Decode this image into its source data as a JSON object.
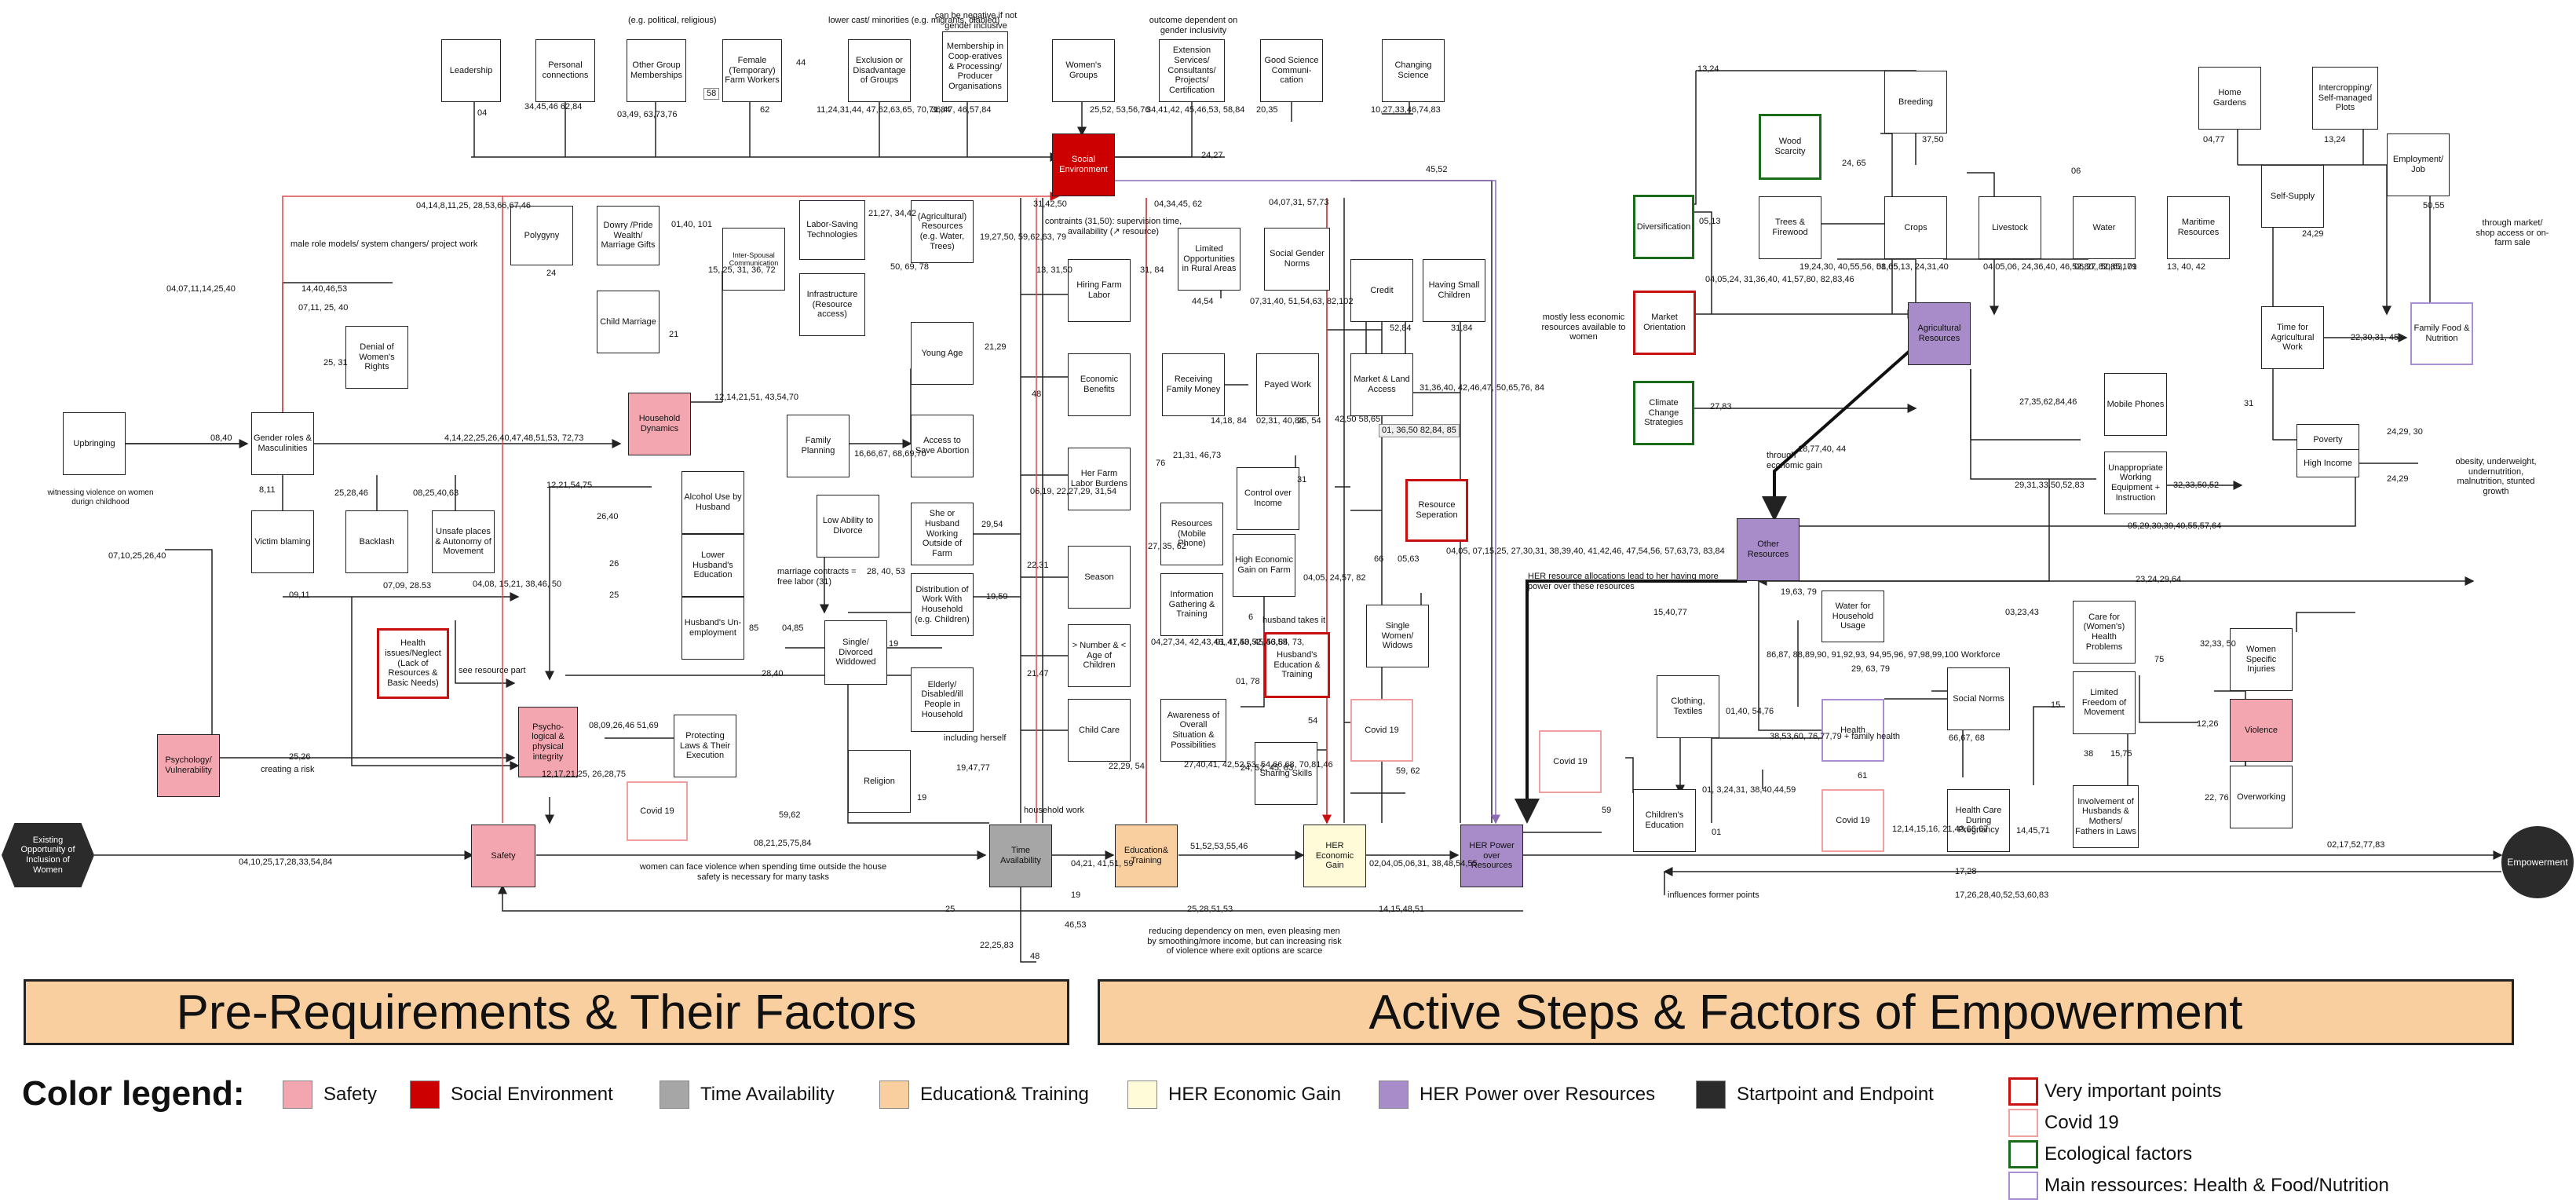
{
  "colors": {
    "safety": "#f4a6b0",
    "social_environment": "#cc0000",
    "time_availability": "#a6a6a6",
    "education_training": "#f9cfa0",
    "economic_gain": "#fffbd8",
    "power_over_resources": "#a88bc9",
    "start_end": "#2b2b2b",
    "very_important_border": "#c81010",
    "covid_border": "#f0a0a0",
    "ecological_border": "#1a6b1a",
    "main_resources_border": "#a98ed4"
  },
  "start_node": "Existing Opportunity of Inclusion of Women",
  "end_node": "Empowerment",
  "core_nodes": {
    "safety": "Safety",
    "social_environment": "Social Environment",
    "time_availability": "Time Availability",
    "education_training": "Education& Training",
    "her_economic_gain": "HER Economic Gain",
    "her_power": "HER Power over Resources"
  },
  "nodes": {
    "leadership": "Leadership",
    "personal_connections": "Personal connections",
    "other_group_memberships": "Other Group Memberships",
    "female_farm_workers": "Female (Temporary) Farm Workers",
    "exclusion": "Exclusion or Disadvantage of Groups",
    "membership_coops": "Membership in Coop-eratives & Processing/ Producer Organisations",
    "womens_groups": "Women's Groups",
    "extension_services": "Extension Services/ Consultants/ Projects/ Certification",
    "good_science_comm": "Good Science Communi-cation",
    "changing_science": "Changing Science",
    "polygyny": "Polygyny",
    "dowry": "Dowry /Pride Wealth/ Marriage Gifts",
    "child_marriage": "Child Marriage",
    "inter_spousal": "Inter-Spousal Communication",
    "denial_rights": "Denial of Women's Rights",
    "upbringing": "Upbringing",
    "gender_roles": "Gender roles & Masculinities",
    "victim_blaming": "Victim blaming",
    "backlash": "Backlash",
    "unsafe_places": "Unsafe places & Autonomy of Movement",
    "household_dynamics": "Household Dynamics",
    "alcohol_use": "Alcohol Use by Husband",
    "lower_husband_edu": "Lower Husband's Education",
    "husband_unemployment": "Husband's Un-employment",
    "health_issues": "Health issues/Neglect (Lack of Resources & Basic Needs)",
    "psychological_integrity": "Psycho-logical & physical integrity",
    "protecting_laws": "Protecting Laws & Their Execution",
    "psychology_vulnerability": "Psychology/ Vulnerability",
    "covid_left": "Covid 19",
    "labor_saving_tech": "Labor-Saving Technologies",
    "infrastructure": "Infrastructure (Resource access)",
    "ag_resources_small": "(Agricultural) Resources (e.g. Water, Trees)",
    "family_planning": "Family Planning",
    "access_abortion": "Access to Save Abortion",
    "young_age": "Young Age",
    "low_ability_divorce": "Low Ability to Divorce",
    "single_divorced": "Single/ Divorced Widdowed",
    "she_husband_working": "She or Husband Working Outside of Farm",
    "distribution_work": "Distribution of Work With Household (e.g. Children)",
    "elderly_disabled": "Elderly/ Disabled/ill People in Household",
    "religion": "Religion",
    "hiring_farm_labor": "Hiring Farm Labor",
    "economic_benefits": "Economic Benefits",
    "her_farm_labor": "Her Farm Labor Burdens",
    "season": "Season",
    "number_children": "> Number & < Age of Children",
    "child_care": "Child Care",
    "limited_opportunities": "Limited Opportunities in Rural Areas",
    "social_gender_norms": "Social Gender Norms",
    "receiving_family_money": "Receiving Family Money",
    "payed_work": "Payed Work",
    "control_income": "Control over Income",
    "resources_phone": "Resources (Mobile Phone)",
    "high_economic_gain": "High Economic Gain on Farm",
    "information_gathering": "Information Gathering & Training",
    "husbands_education": "Husband's Education & Training",
    "awareness": "Awareness of Overall Situation & Possibilities",
    "sharing_skills": "Sharing Skills",
    "credit": "Credit",
    "having_small_children": "Having Small Children",
    "market_land_access": "Market & Land Access",
    "resource_separation": "Resource Seperation",
    "single_women_widows": "Single Women/ Widows",
    "covid_mid": "Covid 19",
    "diversification": "Diversification",
    "wood_scarcity": "Wood Scarcity",
    "breeding": "Breeding",
    "trees_firewood": "Trees & Firewood",
    "crops": "Crops",
    "livestock": "Livestock",
    "water": "Water",
    "maritime_resources": "Maritime Resources",
    "home_gardens": "Home Gardens",
    "intercropping": "Intercropping/ Self-managed Plots",
    "self_supply": "Self-Supply",
    "employment_job": "Employment/ Job",
    "market_orientation": "Market Orientation",
    "agricultural_resources": "Agricultural Resources",
    "time_agricultural_work": "Time for Agricultural Work",
    "family_food": "Family Food & Nutrition",
    "climate_change": "Climate Change Strategies",
    "mobile_phones": "Mobile Phones",
    "unappropriate_equipment": "Unappropriate Working Equipment + Instruction",
    "poverty": "Poverty",
    "high_income": "High Income",
    "other_resources": "Other Resources",
    "water_household": "Water for Household Usage",
    "care_women_health": "Care for (Women's) Health Problems",
    "women_injuries": "Women Specific Injuries",
    "violence": "Violence",
    "limited_freedom": "Limited Freedom of Movement",
    "clothing_textiles": "Clothing, Textiles",
    "health": "Health",
    "social_norms": "Social Norms",
    "overworking": "Overworking",
    "covid_right": "Covid 19",
    "childrens_education": "Children's Education",
    "covid_right2": "Covid 19",
    "health_care_pregnancy": "Health Care During Pregnancy",
    "involvement_husbands": "Involvement of Husbands & Mothers/ Fathers in Laws"
  },
  "edge_labels": [
    "04",
    "34,45,46 62,84",
    "03,49, 63,73,76",
    "58",
    "62",
    "44",
    "11,24,31,44, 47,62,63,65, 70,71,84",
    "36,47, 46,57,84",
    "25,52, 53,56,76",
    "34,41,42, 45,46,53, 58,84",
    "20,35",
    "10,27,33,46,74,83",
    "24,27",
    "45,52",
    "04,14,8,11,25, 28,53,66,67,46",
    "04,07,11,14,25,40",
    "14,40,46,53",
    "07,11, 25, 40",
    "25, 31",
    "01,40, 101",
    "15, 25, 31, 36, 72",
    "21",
    "24",
    "08,40",
    "4,14,22,25,26,40,47,48,51,53, 72,73",
    "12,14,21,51, 43,54,70",
    "12,21,54,75",
    "8,11",
    "25,28,46",
    "08,25,40,63",
    "26,40",
    "26",
    "25",
    "04,08, 15,21, 38,46, 50",
    "07,09, 28.53",
    "09,11",
    "07,10,25,26,40",
    "25,26",
    "08,09,26,46 51,69",
    "12,17,21,25, 26,28,75",
    "08,21,25,75,84",
    "04,10,25,17,28,33,54,84",
    "59,62",
    "85",
    "04,85",
    "28, 40, 53",
    "28,40",
    "19",
    "19,59",
    "29,54",
    "22,31",
    "21,47",
    "06,19, 22,27,29, 31,54",
    "19,27,50, 59,62,63, 79",
    "50, 69, 78",
    "21,27, 34,42",
    "16,66,67, 68,69,70",
    "21,29",
    "48",
    "13, 31,50",
    "31, 84",
    "04,34,45, 62",
    "31,42,50",
    "44,54",
    "07,31,40, 51,54,63, 82,102",
    "04,07,31, 57,73",
    "14,18, 84",
    "02,31, 40,84",
    "25, 54",
    "21,31, 46,73",
    "76",
    "27, 35, 62",
    "04,27,34, 42,43,46, 47,50,52, 53,84",
    "01,41,43, 45,46,55, 73,",
    "01, 78",
    "04,05, 24,57, 82",
    "6",
    "31",
    "54",
    "27,40,41, 42,52,53, 54,66,68, 70,81,46",
    "24, 52, 45, 83",
    "22,29, 54",
    "19,47,77",
    "19",
    "25",
    "46,53",
    "22,25,83",
    "48",
    "19",
    "04,21, 41,51, 59",
    "51,52,53,55,46",
    "25,28,51,53",
    "02,04,05,06,31, 38,48,54,55",
    "14,15,48,51",
    "42,50 58,65",
    "52,84",
    "31,84",
    "31,36,40, 42,46,47, 50,65,76, 84",
    "01, 36,50 82,84, 85",
    "05,63",
    "66",
    "04,05, 07,15,25, 27,30,31, 38,39,40, 41,42,46, 47,54,56, 57,63,73, 83,84",
    "59, 62",
    "13,24",
    "05,13",
    "04,05,24, 31,36,40, 41,57,80, 82,83,46",
    "19,24,30, 40,55,56, 58,65",
    "24, 65",
    "37,50",
    "01,05,13, 24,31,40",
    "04,05,06, 24,36,40, 46,52,80, 82,85,101",
    "06,27, 50,63, 79",
    "06",
    "13, 40, 42",
    "04,77",
    "13,24",
    "24,29",
    "50,55",
    "22,30,31, 45",
    "27,35,62,84,46",
    "29,31,33,50,52,83",
    "32,33,50,52",
    "27,83",
    "18,77,40, 44",
    "31",
    "24,29, 30",
    "24,29",
    "05,29,30,39,40,55,57,64",
    "23,24,29,64",
    "15,40,77",
    "19,63, 79",
    "03,23,43",
    "75",
    "32,33, 50",
    "12,26",
    "22, 76",
    "86,87, 88,89,90, 91,92,93, 94,95,96, 97,98,99,100 Workforce",
    "38,53,60, 76,77,79 + family health",
    "01,40, 54,76",
    "29, 63, 79",
    "61",
    "66,67, 68",
    "15",
    "38",
    "15,75",
    "12,14,15,16, 21,43,66,67",
    "14,45,71",
    "01, 3,24,31, 38,40,44,59",
    "01",
    "59",
    "02,17,52,77,83",
    "17,28",
    "17,26,28,40,52,53,60,83"
  ],
  "annotations": [
    "(e.g. political, religious)",
    "lower cast/ minorities (e.g. migrants, diabled)",
    "can be negative if not gender inclusive",
    "outcome dependent on gender inclusivity",
    "male role models/ system changers/ project work",
    "witnessing violence on women durign childhood",
    "creating a risk",
    "see resource part",
    "marriage contracts = free labor (31)",
    "contraints (31,50): supervision time, availability (↗ resource)",
    "including herself",
    "household work",
    "women can face violence when spending time outside the house safety is necessary for many tasks",
    "husband takes it",
    "reducing dependency on men, even pleasing men by smoothing/more income, but can increasing risk of violence where exit options are scarce",
    "mostly less economic resources available to women",
    "through economic gain",
    "HER resource allocations lead to her having more power over these resources",
    "through market/ shop access or on-farm sale",
    "obesity, underweight, undernutrition, malnutrition, stunted growth",
    "influences former points"
  ],
  "banners": {
    "left": "Pre-Requirements & Their Factors",
    "right": "Active Steps & Factors of Empowerment"
  },
  "legend": {
    "title": "Color legend:",
    "items": [
      "Safety",
      "Social Environment",
      "Time Availability",
      "Education& Training",
      "HER Economic Gain",
      "HER Power over Resources",
      "Startpoint and Endpoint"
    ],
    "border_items": [
      "Very important points",
      "Covid 19",
      "Ecological factors",
      "Main ressources: Health & Food/Nutrition"
    ]
  }
}
